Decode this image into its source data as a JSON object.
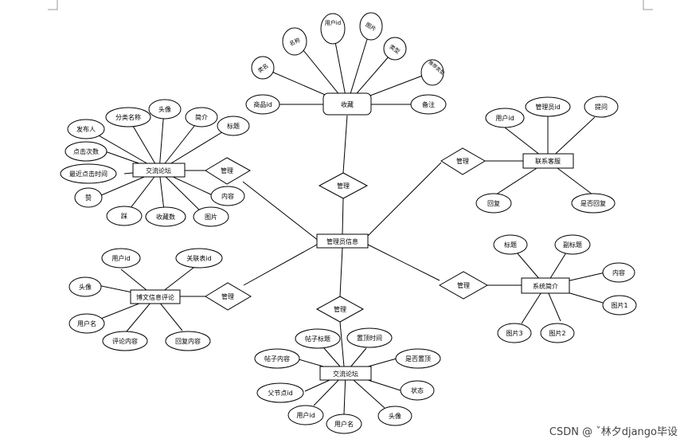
{
  "entities": {
    "collect": "收藏",
    "forum": "交流论坛",
    "admin": "管理员信息",
    "contact": "联系客服",
    "comment": "博文信息评论",
    "about": "系统简介",
    "post": "交流论坛"
  },
  "relations": {
    "manage": "管理"
  },
  "attributes": {
    "collect": {
      "name_a": "名称",
      "user_id": "用户id",
      "image": "图片",
      "type": "类型",
      "recommend": "推荐类型",
      "extra": "类名",
      "goods_id": "商品id",
      "remark": "备注"
    },
    "forum": {
      "publisher": "发布人",
      "category": "分类名称",
      "avatar": "头像",
      "intro": "简介",
      "title": "标题",
      "clicks": "点击次数",
      "last_click": "最近点击时间",
      "like": "赞",
      "dislike": "踩",
      "favorites": "收藏数",
      "image": "图片",
      "content": "内容"
    },
    "contact": {
      "user_id": "用户id",
      "admin_id": "管理员id",
      "question": "提问",
      "reply": "回复",
      "is_replied": "是否回复"
    },
    "comment": {
      "user_id": "用户id",
      "ref_id": "关联表id",
      "avatar": "头像",
      "username": "用户名",
      "content": "评论内容",
      "reply": "回复内容"
    },
    "about": {
      "title": "标题",
      "subtitle": "副标题",
      "content": "内容",
      "image1": "图片1",
      "image2": "图片2",
      "image3": "图片3"
    },
    "post": {
      "post_title": "帖子标题",
      "top_time": "置顶时间",
      "post_content": "帖子内容",
      "is_top": "是否置顶",
      "parent_id": "父节点id",
      "status": "状态",
      "user_id": "用户id",
      "username": "用户名",
      "avatar": "头像"
    }
  },
  "watermark": "CSDN @ ˇ林夕django毕设"
}
